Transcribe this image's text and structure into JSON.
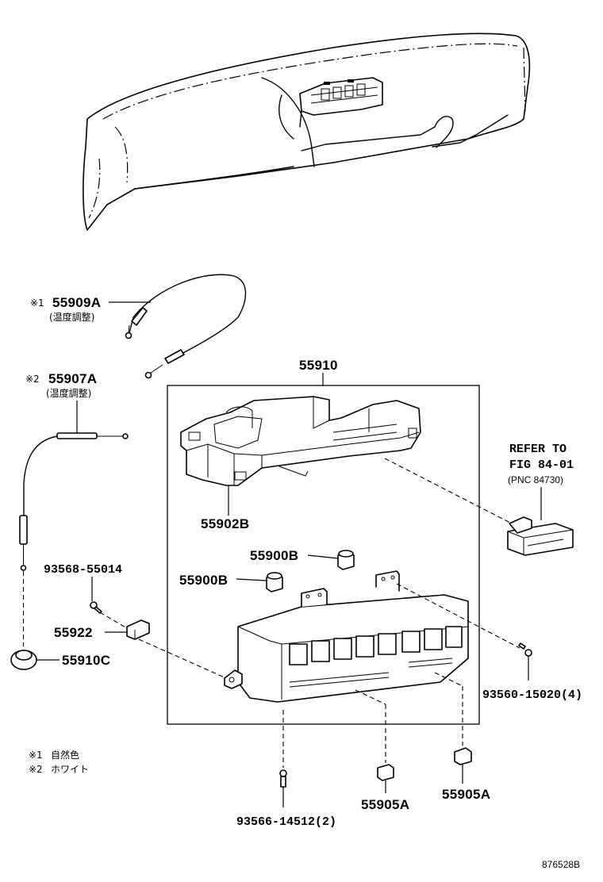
{
  "diagram": {
    "part_labels": {
      "p55909a": "55909A",
      "p55907a": "55907A",
      "p55910": "55910",
      "p55902b": "55902B",
      "p55900b_1": "55900B",
      "p55900b_2": "55900B",
      "p93568": "93568-55014",
      "p55922": "55922",
      "p55910c": "55910C",
      "p93560": "93560-15020(4)",
      "p93566": "93566-14512(2)",
      "p55905a_1": "55905A",
      "p55905a_2": "55905A"
    },
    "marks": {
      "mark1": "※1",
      "mark2": "※2"
    },
    "sub_notes": {
      "note_55909a": "(温度調整)",
      "note_55907a": "(温度調整)"
    },
    "refer": {
      "line1": "REFER TO",
      "line2": "FIG 84-01",
      "line3": "(PNC 84730)"
    },
    "legend": [
      {
        "mark": "※1",
        "text": "自然色"
      },
      {
        "mark": "※2",
        "text": "ホワイト"
      }
    ],
    "figure_number": "876528B"
  }
}
